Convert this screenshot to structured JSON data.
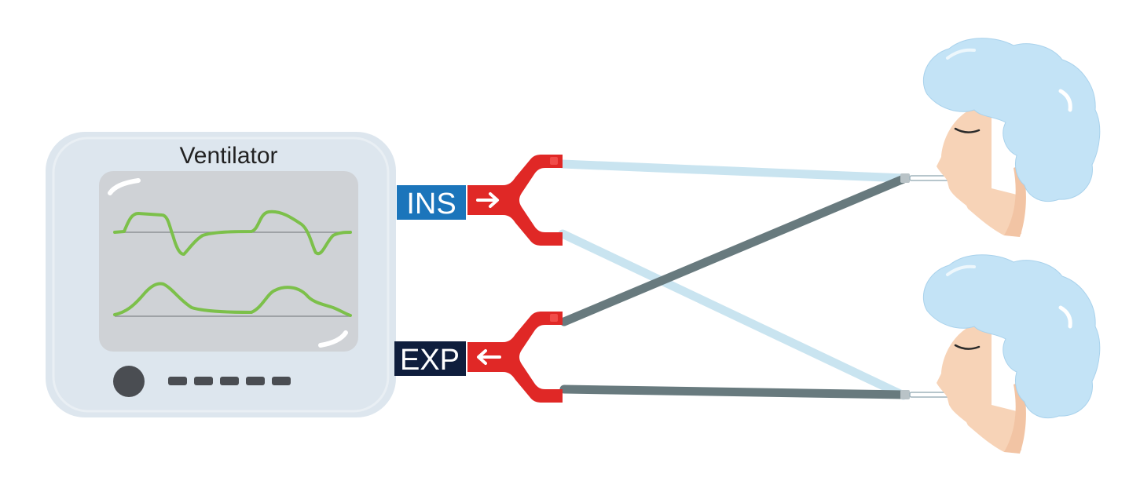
{
  "ventilator": {
    "title": "Ventilator",
    "body_color": "#dde6ee",
    "screen_color": "#cfd2d6",
    "waveform_color": "#7cc04a",
    "screen_icons": [
      "pressure-waveform",
      "flow-waveform"
    ],
    "control_icons": [
      "knob",
      "button-strip"
    ]
  },
  "ports": {
    "inspiratory": {
      "label": "INS",
      "color": "#1b75bb",
      "arrow": "right"
    },
    "expiratory": {
      "label": "EXP",
      "color": "#0f1e3d",
      "arrow": "left"
    }
  },
  "connectors": {
    "color": "#e02826",
    "icons": [
      "y-splitter",
      "y-splitter"
    ]
  },
  "tubing": {
    "inspiratory_color": "#c9e4f0",
    "expiratory_color": "#687a7e"
  },
  "patients": {
    "count": 2,
    "cap_color": "#c3e3f6",
    "skin_color": "#f7d3b7"
  }
}
